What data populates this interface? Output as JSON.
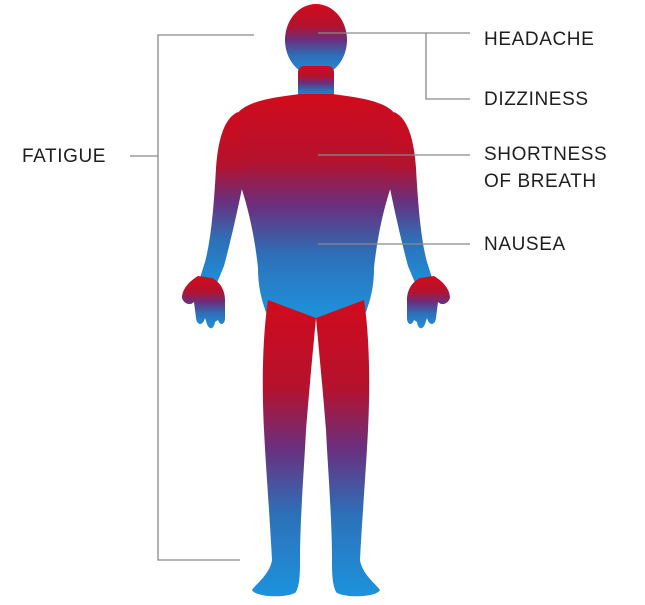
{
  "labels": {
    "headache": "HEADACHE",
    "dizziness": "DIZZINESS",
    "shortness_of_breath": [
      "SHORTNESS",
      "OF BREATH"
    ],
    "nausea": "NAUSEA",
    "fatigue": "FATIGUE"
  },
  "colors": {
    "body_top": "#d10b1c",
    "body_mid": "#6a2f7e",
    "body_bottom": "#1c93dc",
    "leader_line": "#8a8a8a",
    "text": "#1e1e1e"
  }
}
